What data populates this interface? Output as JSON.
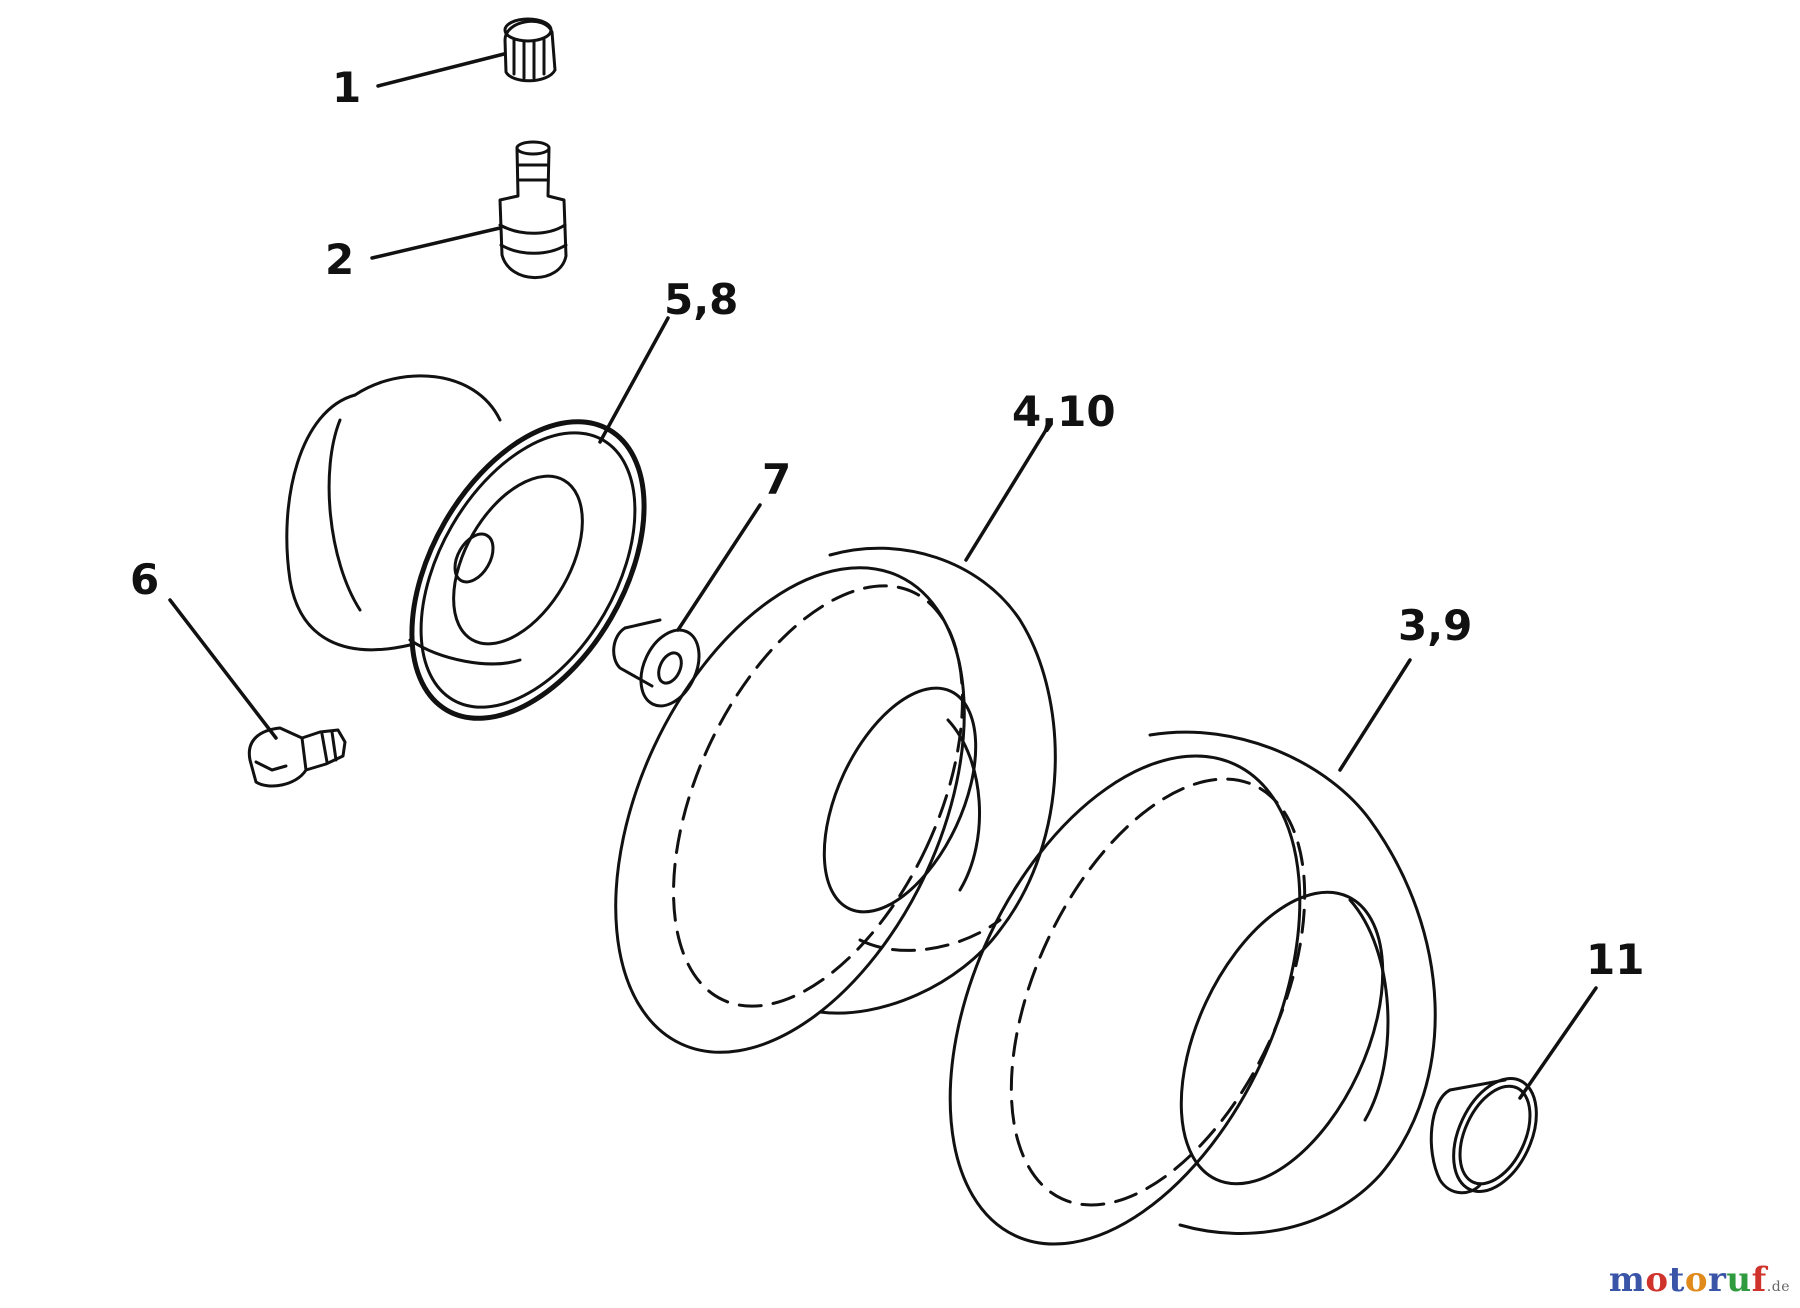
{
  "diagram": {
    "callouts": [
      {
        "id": "c1",
        "label": "1"
      },
      {
        "id": "c2",
        "label": "2"
      },
      {
        "id": "c58",
        "label": "5,8"
      },
      {
        "id": "c6",
        "label": "6"
      },
      {
        "id": "c7",
        "label": "7"
      },
      {
        "id": "c410",
        "label": "4,10"
      },
      {
        "id": "c39",
        "label": "3,9"
      },
      {
        "id": "c11",
        "label": "11"
      }
    ]
  },
  "watermark": {
    "text": "motoruf",
    "tld": ".de",
    "letter_colors": [
      "#3a55a8",
      "#d0332b",
      "#3a55a8",
      "#e08a1c",
      "#3a55a8",
      "#2f9a3e",
      "#d0332b"
    ]
  }
}
